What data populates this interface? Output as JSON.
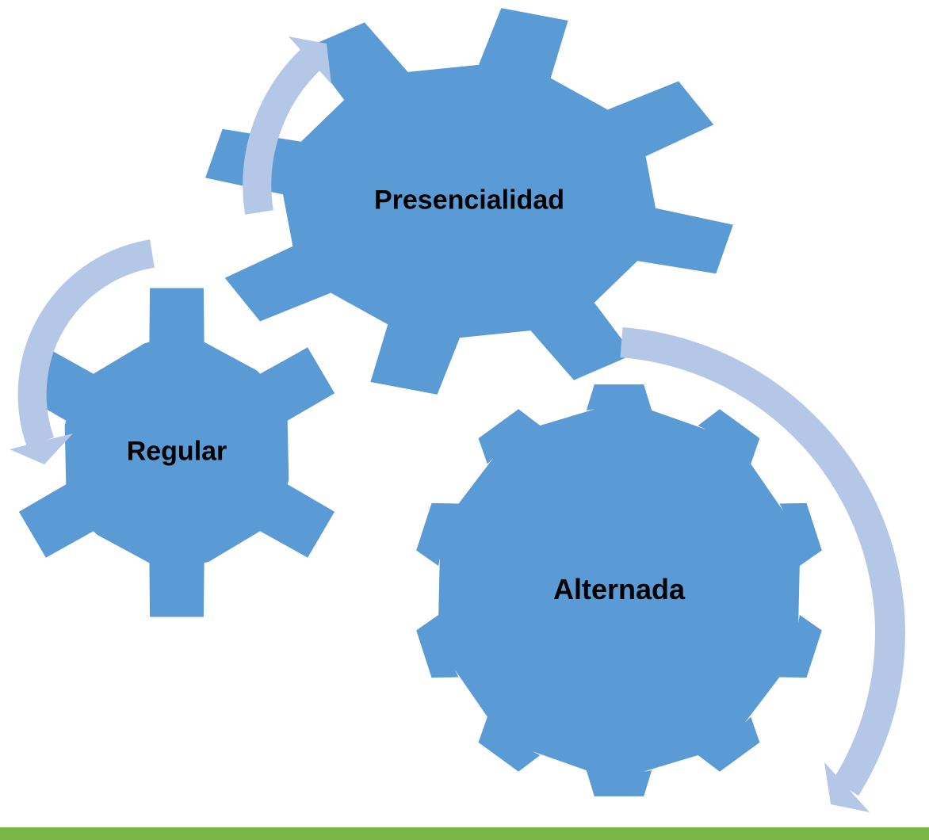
{
  "colors": {
    "gear": "#5b9bd5",
    "arrow": "#b4c7e7",
    "footer_bar": "#7ab648",
    "background": "#ffffff"
  },
  "gears": [
    {
      "id": "presencialidad",
      "label": "Presencialidad"
    },
    {
      "id": "regular",
      "label": "Regular"
    },
    {
      "id": "alternada",
      "label": "Alternada"
    }
  ]
}
